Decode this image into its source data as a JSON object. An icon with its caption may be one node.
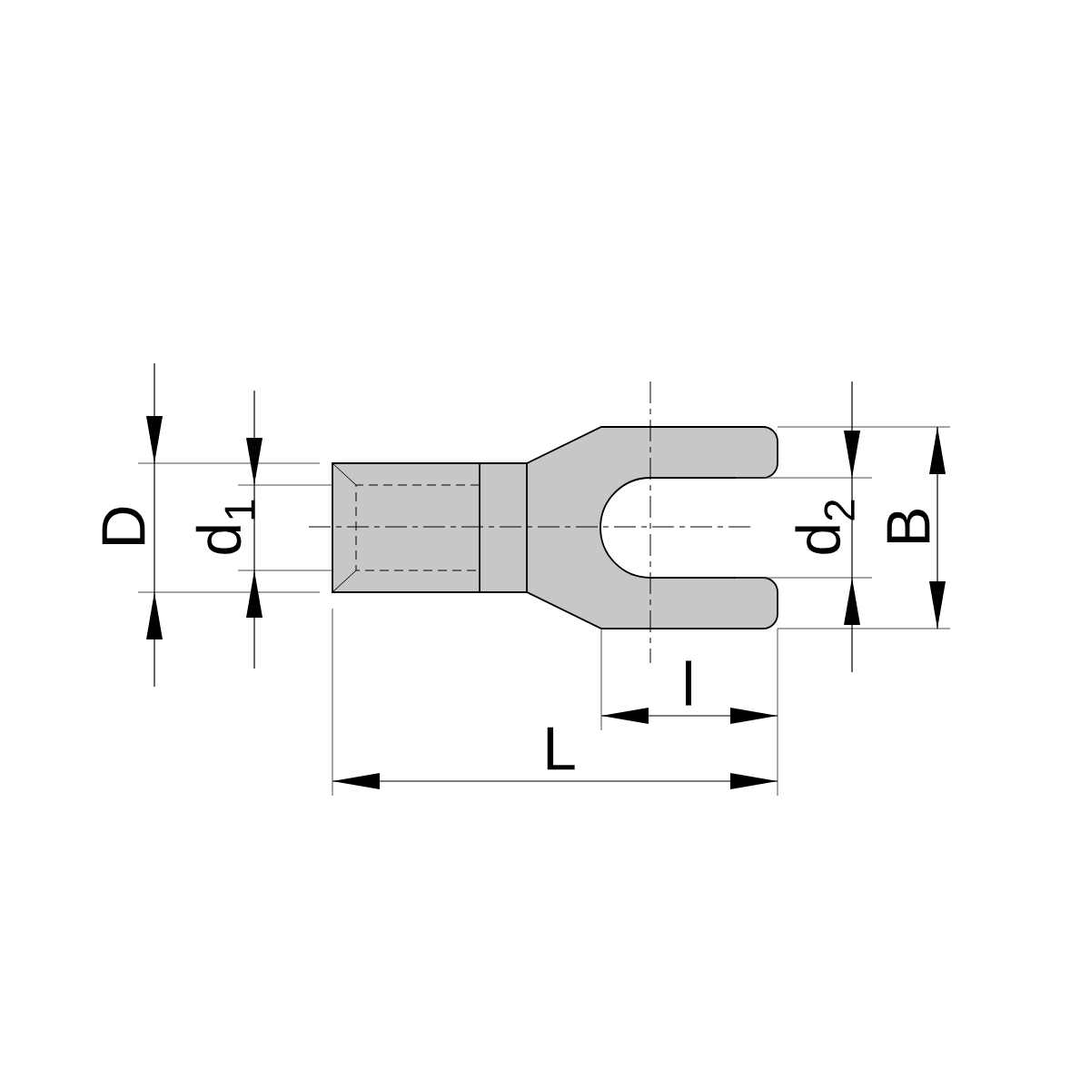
{
  "diagram": {
    "labels": [
      "D",
      "d$_{1}$",
      "d$_{2}$",
      "B",
      "l",
      "L"
    ]
  }
}
